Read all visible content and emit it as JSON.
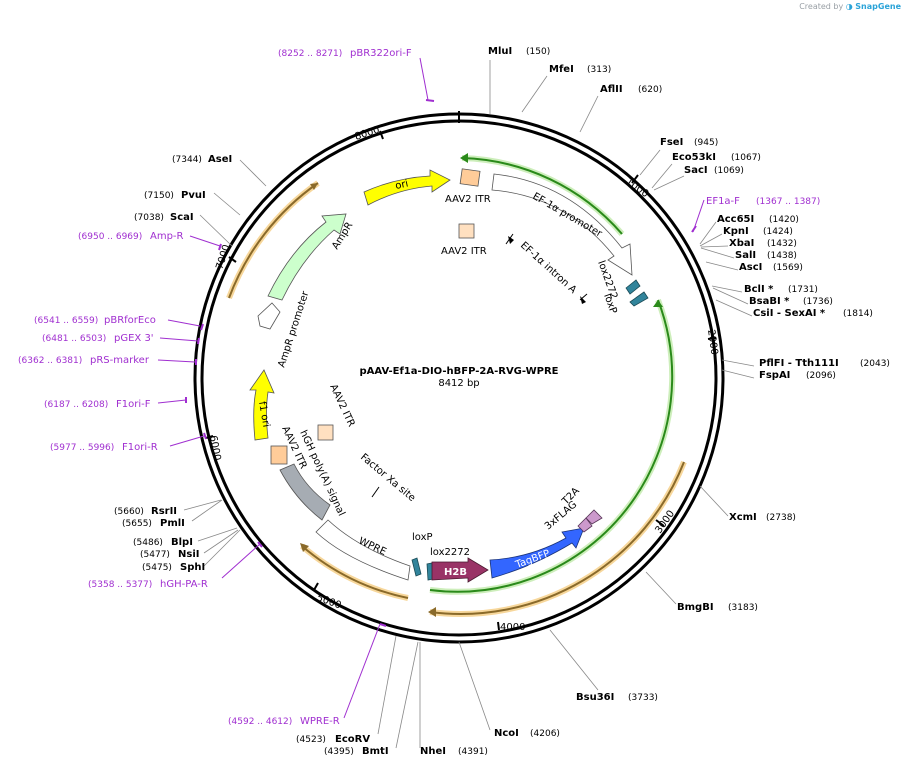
{
  "watermark": {
    "prefix": "Created by",
    "brand": "SnapGene"
  },
  "plasmid": {
    "name": "pAAV-Ef1a-DIO-hBFP-2A-RVG-WPRE",
    "size_label": "8412 bp"
  },
  "ticks": [
    "1000",
    "2000",
    "3000",
    "4000",
    "5000",
    "6000",
    "7000",
    "8000"
  ],
  "enzymes": [
    {
      "name": "MluI",
      "pos": "(150)"
    },
    {
      "name": "MfeI",
      "pos": "(313)"
    },
    {
      "name": "AflII",
      "pos": "(620)"
    },
    {
      "name": "FseI",
      "pos": "(945)"
    },
    {
      "name": "Eco53kI",
      "pos": "(1067)"
    },
    {
      "name": "SacI",
      "pos": "(1069)"
    },
    {
      "name": "Acc65I",
      "pos": "(1420)"
    },
    {
      "name": "KpnI",
      "pos": "(1424)"
    },
    {
      "name": "XbaI",
      "pos": "(1432)"
    },
    {
      "name": "SalI",
      "pos": "(1438)"
    },
    {
      "name": "AscI",
      "pos": "(1569)"
    },
    {
      "name": "BclI *",
      "pos": "(1731)"
    },
    {
      "name": "BsaBI *",
      "pos": "(1736)"
    },
    {
      "name": "CsiI - SexAI *",
      "pos": "(1814)"
    },
    {
      "name": "PflFI - Tth111I",
      "pos": "(2043)"
    },
    {
      "name": "FspAI",
      "pos": "(2096)"
    },
    {
      "name": "XcmI",
      "pos": "(2738)"
    },
    {
      "name": "BmgBI",
      "pos": "(3183)"
    },
    {
      "name": "Bsu36I",
      "pos": "(3733)"
    },
    {
      "name": "NcoI",
      "pos": "(4206)"
    },
    {
      "name": "NheI",
      "pos": "(4391)"
    },
    {
      "name": "BmtI",
      "pos": "(4395)"
    },
    {
      "name": "EcoRV",
      "pos": "(4523)"
    },
    {
      "name": "SphI",
      "pos": "(5475)"
    },
    {
      "name": "NsiI",
      "pos": "(5477)"
    },
    {
      "name": "BlpI",
      "pos": "(5486)"
    },
    {
      "name": "PmlI",
      "pos": "(5655)"
    },
    {
      "name": "RsrII",
      "pos": "(5660)"
    },
    {
      "name": "ScaI",
      "pos": "(7038)"
    },
    {
      "name": "PvuI",
      "pos": "(7150)"
    },
    {
      "name": "AseI",
      "pos": "(7344)"
    }
  ],
  "primers": [
    {
      "name": "pBR322ori-F",
      "pos": "(8252 .. 8271)"
    },
    {
      "name": "EF1a-F",
      "pos": "(1367 .. 1387)"
    },
    {
      "name": "Amp-R",
      "pos": "(6950 .. 6969)"
    },
    {
      "name": "pBRforEco",
      "pos": "(6541 .. 6559)"
    },
    {
      "name": "pGEX 3'",
      "pos": "(6481 .. 6503)"
    },
    {
      "name": "pRS-marker",
      "pos": "(6362 .. 6381)"
    },
    {
      "name": "F1ori-F",
      "pos": "(6187 .. 6208)"
    },
    {
      "name": "F1ori-R",
      "pos": "(5977 .. 5996)"
    },
    {
      "name": "hGH-PA-R",
      "pos": "(5358 .. 5377)"
    },
    {
      "name": "WPRE-R",
      "pos": "(4592 .. 4612)"
    }
  ],
  "features": [
    {
      "name": "ori",
      "color": "#ffff00"
    },
    {
      "name": "AmpR",
      "color": "#ccffcc"
    },
    {
      "name": "AmpR promoter",
      "color": "#ffffff"
    },
    {
      "name": "f1 ori",
      "color": "#ffff00"
    },
    {
      "name": "AAV2 ITR",
      "color": "#ffcc99"
    },
    {
      "name": "AAV2 ITR",
      "color": "#ffe0c0"
    },
    {
      "name": "EF-1α promoter",
      "color": "#ffffff"
    },
    {
      "name": "EF-1α intron A",
      "color": "#000000"
    },
    {
      "name": "lox2272",
      "color": "#31849b"
    },
    {
      "name": "loxP",
      "color": "#31849b"
    },
    {
      "name": "H2B",
      "color": "#993366"
    },
    {
      "name": "TagBFP",
      "color": "#3366ff"
    },
    {
      "name": "3xFLAG",
      "color": "#cc99cc"
    },
    {
      "name": "T2A",
      "color": "#cc99cc"
    },
    {
      "name": "WPRE",
      "color": "#ffffff"
    },
    {
      "name": "hGH poly(A) signal",
      "color": "#a6acb3"
    },
    {
      "name": "Factor Xa site",
      "color": "#000000"
    }
  ],
  "colors": {
    "primer": "#a02fd0",
    "orf_arc": "#e8a23a",
    "insert_arc": "#44aa22",
    "backbone": "#000000"
  }
}
